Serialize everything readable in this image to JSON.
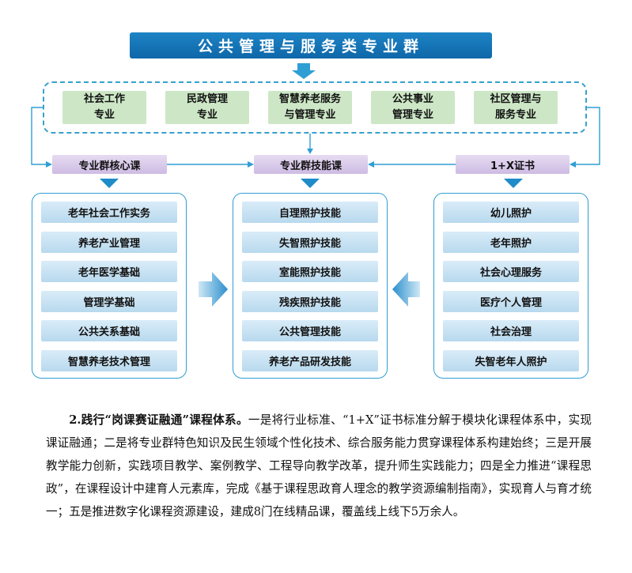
{
  "title": "公共管理与服务类专业群",
  "majors": [
    "社会工作\n专业",
    "民政管理\n专业",
    "智慧养老服务\n与管理专业",
    "公共事业\n管理专业",
    "社区管理与\n服务专业"
  ],
  "categories": [
    "专业群核心课",
    "专业群技能课",
    "1+X证书"
  ],
  "columns": [
    [
      "老年社会工作实务",
      "养老产业管理",
      "老年医学基础",
      "管理学基础",
      "公共关系基础",
      "智慧养老技术管理"
    ],
    [
      "自理照护技能",
      "失智照护技能",
      "室能照护技能",
      "残疾照护技能",
      "公共管理技能",
      "养老产品研发技能"
    ],
    [
      "幼儿照护",
      "老年照护",
      "社会心理服务",
      "医疗个人管理",
      "社会治理",
      "失智老年人照护"
    ]
  ],
  "colors": {
    "title_bg": "#1576b8",
    "major_bg": "#cde7c6",
    "category_bg": "#d9cbe9",
    "course_bg": "#c9e3f4",
    "line": "#2f9ed4"
  },
  "paragraph": {
    "lead": "2.践行“岗课赛证融通”课程体系。",
    "body": "一是将行业标准、“1+X”证书标准分解于模块化课程体系中，实现课证融通；二是将专业群特色知识及民生领域个性化技术、综合服务能力贯穿课程体系构建始终；三是开展教学能力创新，实践项目教学、案例教学、工程导向教学改革，提升师生实践能力；四是全力推进“课程思政”，在课程设计中建育人元素库，完成《基于课程思政育人理念的教学资源编制指南》，实现育人与育才统一；五是推进数字化课程资源建设，建成8门在线精品课，覆盖线上线下5万余人。"
  }
}
